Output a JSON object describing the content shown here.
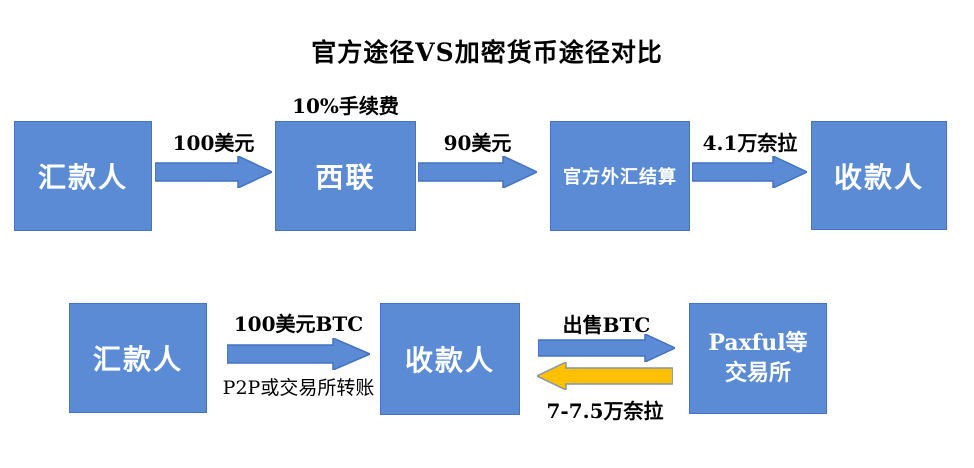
{
  "title": "官方途径VS加密货币途径对比",
  "colors": {
    "box_fill": "#5B8BD5",
    "box_border": "#4472C4",
    "arrow_fill": "#5B8BD5",
    "arrow_border": "#4472C4",
    "return_arrow_fill": "#FFC000",
    "return_arrow_border": "#8496B0",
    "box_text": "#FFFFFF",
    "label_text": "#000000",
    "background": "#FFFFFF"
  },
  "official_flow": {
    "fee_note": "10%手续费",
    "nodes": [
      {
        "label": "汇款人"
      },
      {
        "label": "西联"
      },
      {
        "label": "官方外汇结算"
      },
      {
        "label": "收款人"
      }
    ],
    "arrows": [
      {
        "label": "100美元",
        "direction": "right"
      },
      {
        "label": "90美元",
        "direction": "right"
      },
      {
        "label": "4.1万奈拉",
        "direction": "right"
      }
    ]
  },
  "crypto_flow": {
    "nodes": [
      {
        "label": "汇款人"
      },
      {
        "label": "收款人"
      },
      {
        "label": "Paxful等交易所"
      }
    ],
    "arrows": [
      {
        "label_above": "100美元BTC",
        "label_below": "P2P或交易所转账",
        "direction": "right"
      },
      {
        "label": "出售BTC",
        "direction": "right"
      },
      {
        "label": "7-7.5万奈拉",
        "direction": "left"
      }
    ]
  }
}
